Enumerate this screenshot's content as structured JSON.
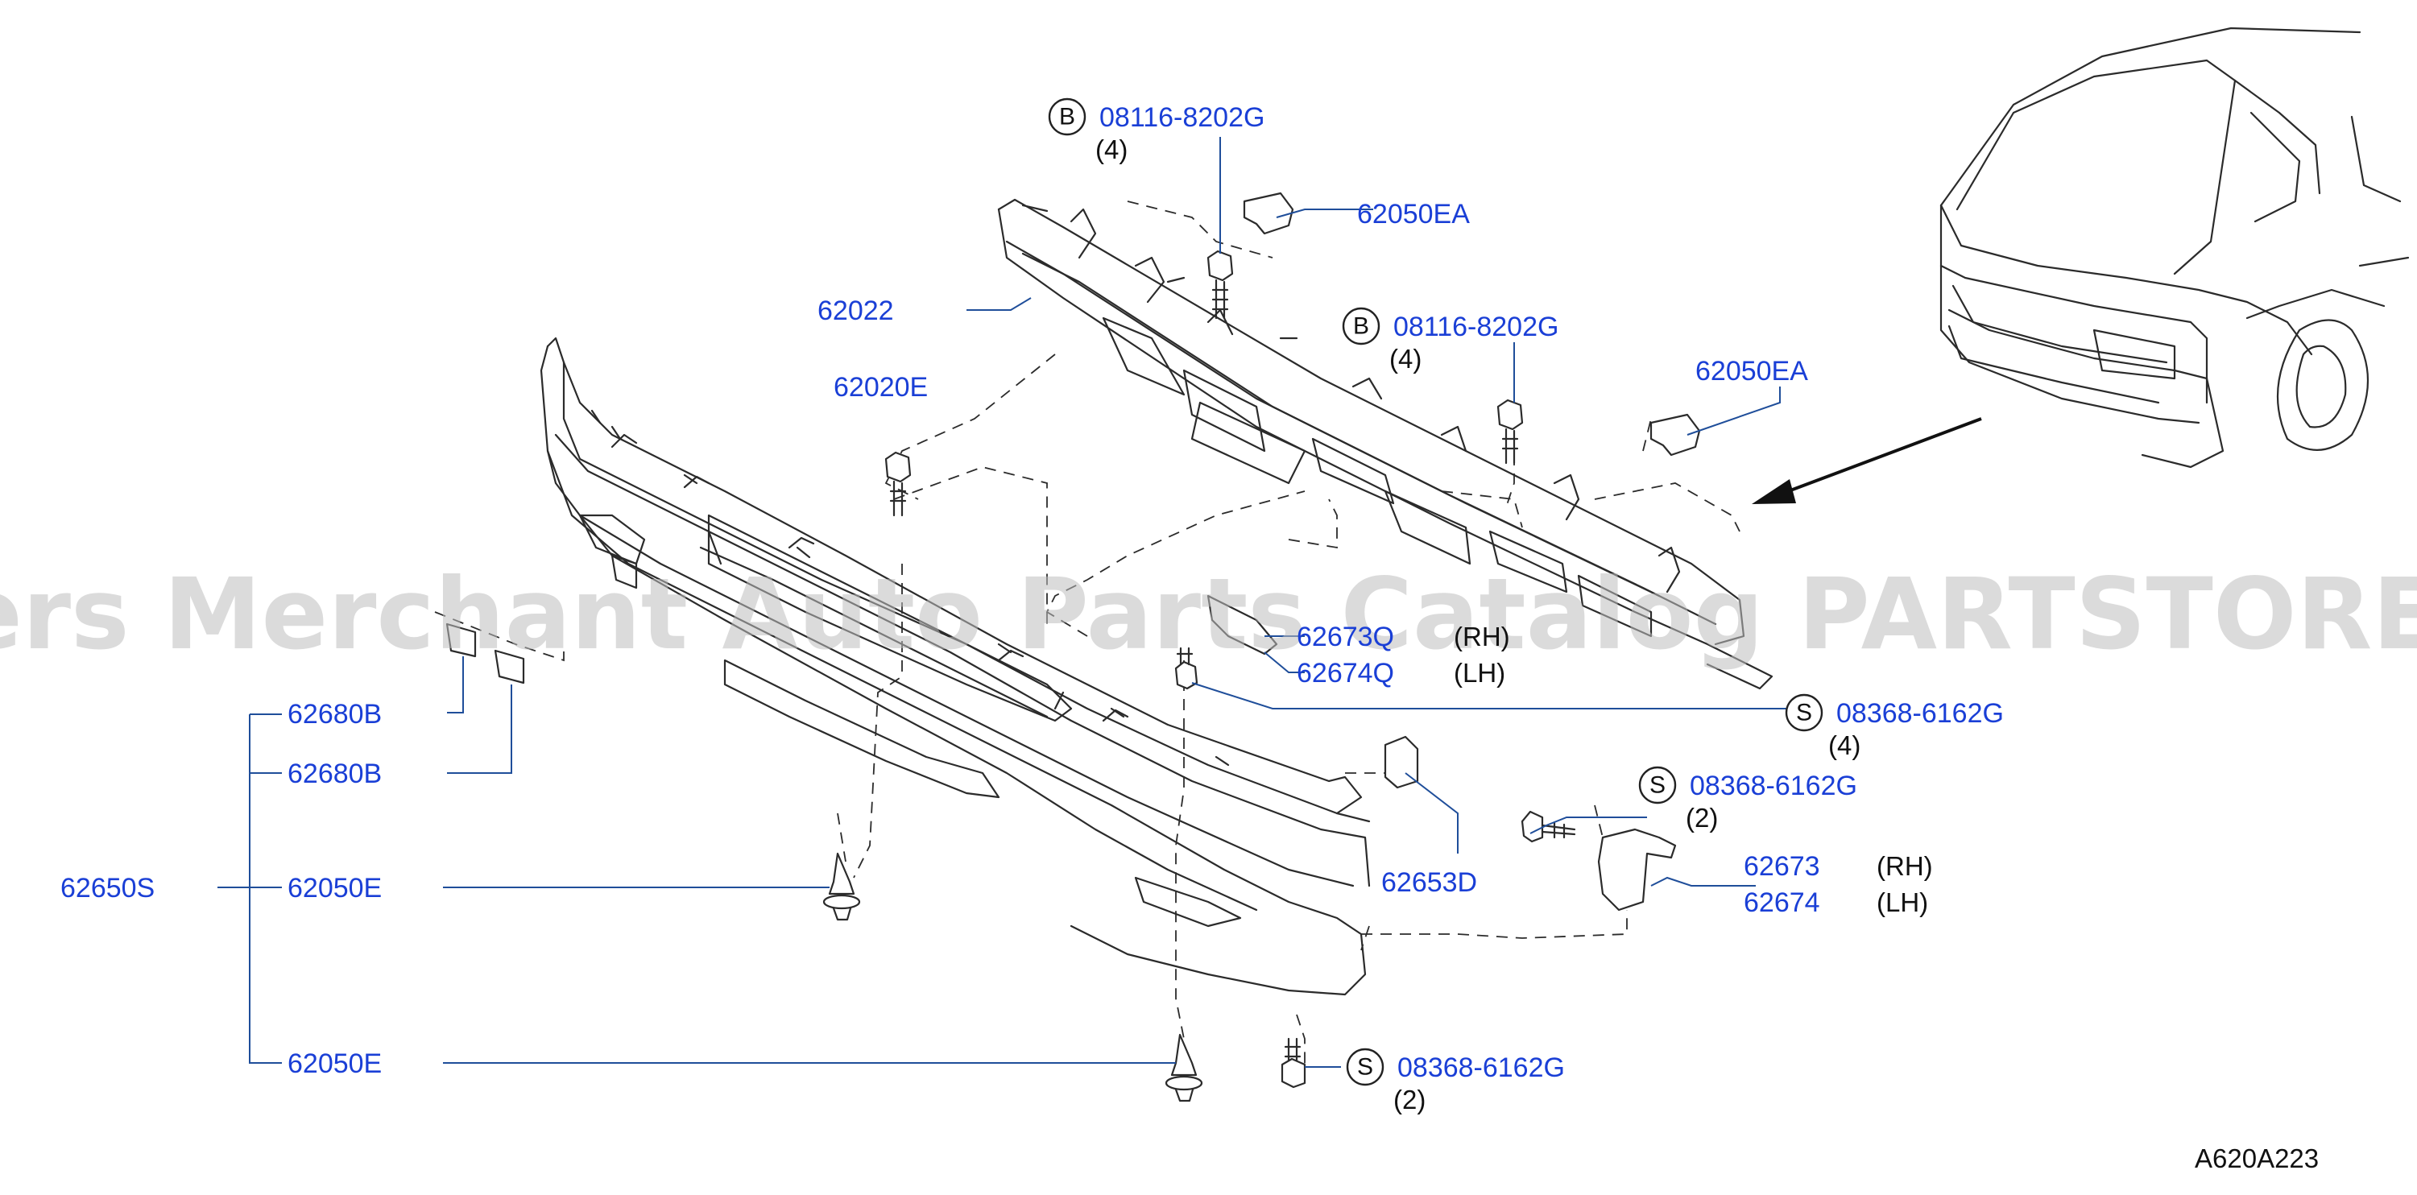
{
  "watermark": "Offers Merchant Auto Parts Catalog PARTSTORE.SA",
  "figure_code": "A620A223",
  "colors": {
    "part_number": "#1a3fd6",
    "leader_line": "#1f4e9a",
    "drawing": "#2b2b2b",
    "watermark": "#bdbdbd"
  },
  "callouts": {
    "c1": {
      "symbol": "B",
      "part": "08116-8202G",
      "qty": "(4)"
    },
    "c2": {
      "part": "62050EA"
    },
    "c3": {
      "part": "62022"
    },
    "c4": {
      "symbol": "B",
      "part": "08116-8202G",
      "qty": "(4)"
    },
    "c5": {
      "part": "62050EA"
    },
    "c6": {
      "part": "62020E"
    },
    "c7": {
      "part": "62673Q",
      "side": "(RH)"
    },
    "c8": {
      "part": "62674Q",
      "side": "(LH)"
    },
    "c9": {
      "symbol": "S",
      "part": "08368-6162G",
      "qty": "(4)"
    },
    "c10": {
      "part": "62680B"
    },
    "c11": {
      "part": "62680B"
    },
    "c12": {
      "symbol": "S",
      "part": "08368-6162G",
      "qty": "(2)"
    },
    "c13": {
      "part": "62653D"
    },
    "c14": {
      "part": "62673",
      "side": "(RH)"
    },
    "c15": {
      "part": "62674",
      "side": "(LH)"
    },
    "c16": {
      "part": "62650S"
    },
    "c17": {
      "part": "62050E"
    },
    "c18": {
      "part": "62050E"
    },
    "c19": {
      "symbol": "S",
      "part": "08368-6162G",
      "qty": "(2)"
    }
  }
}
